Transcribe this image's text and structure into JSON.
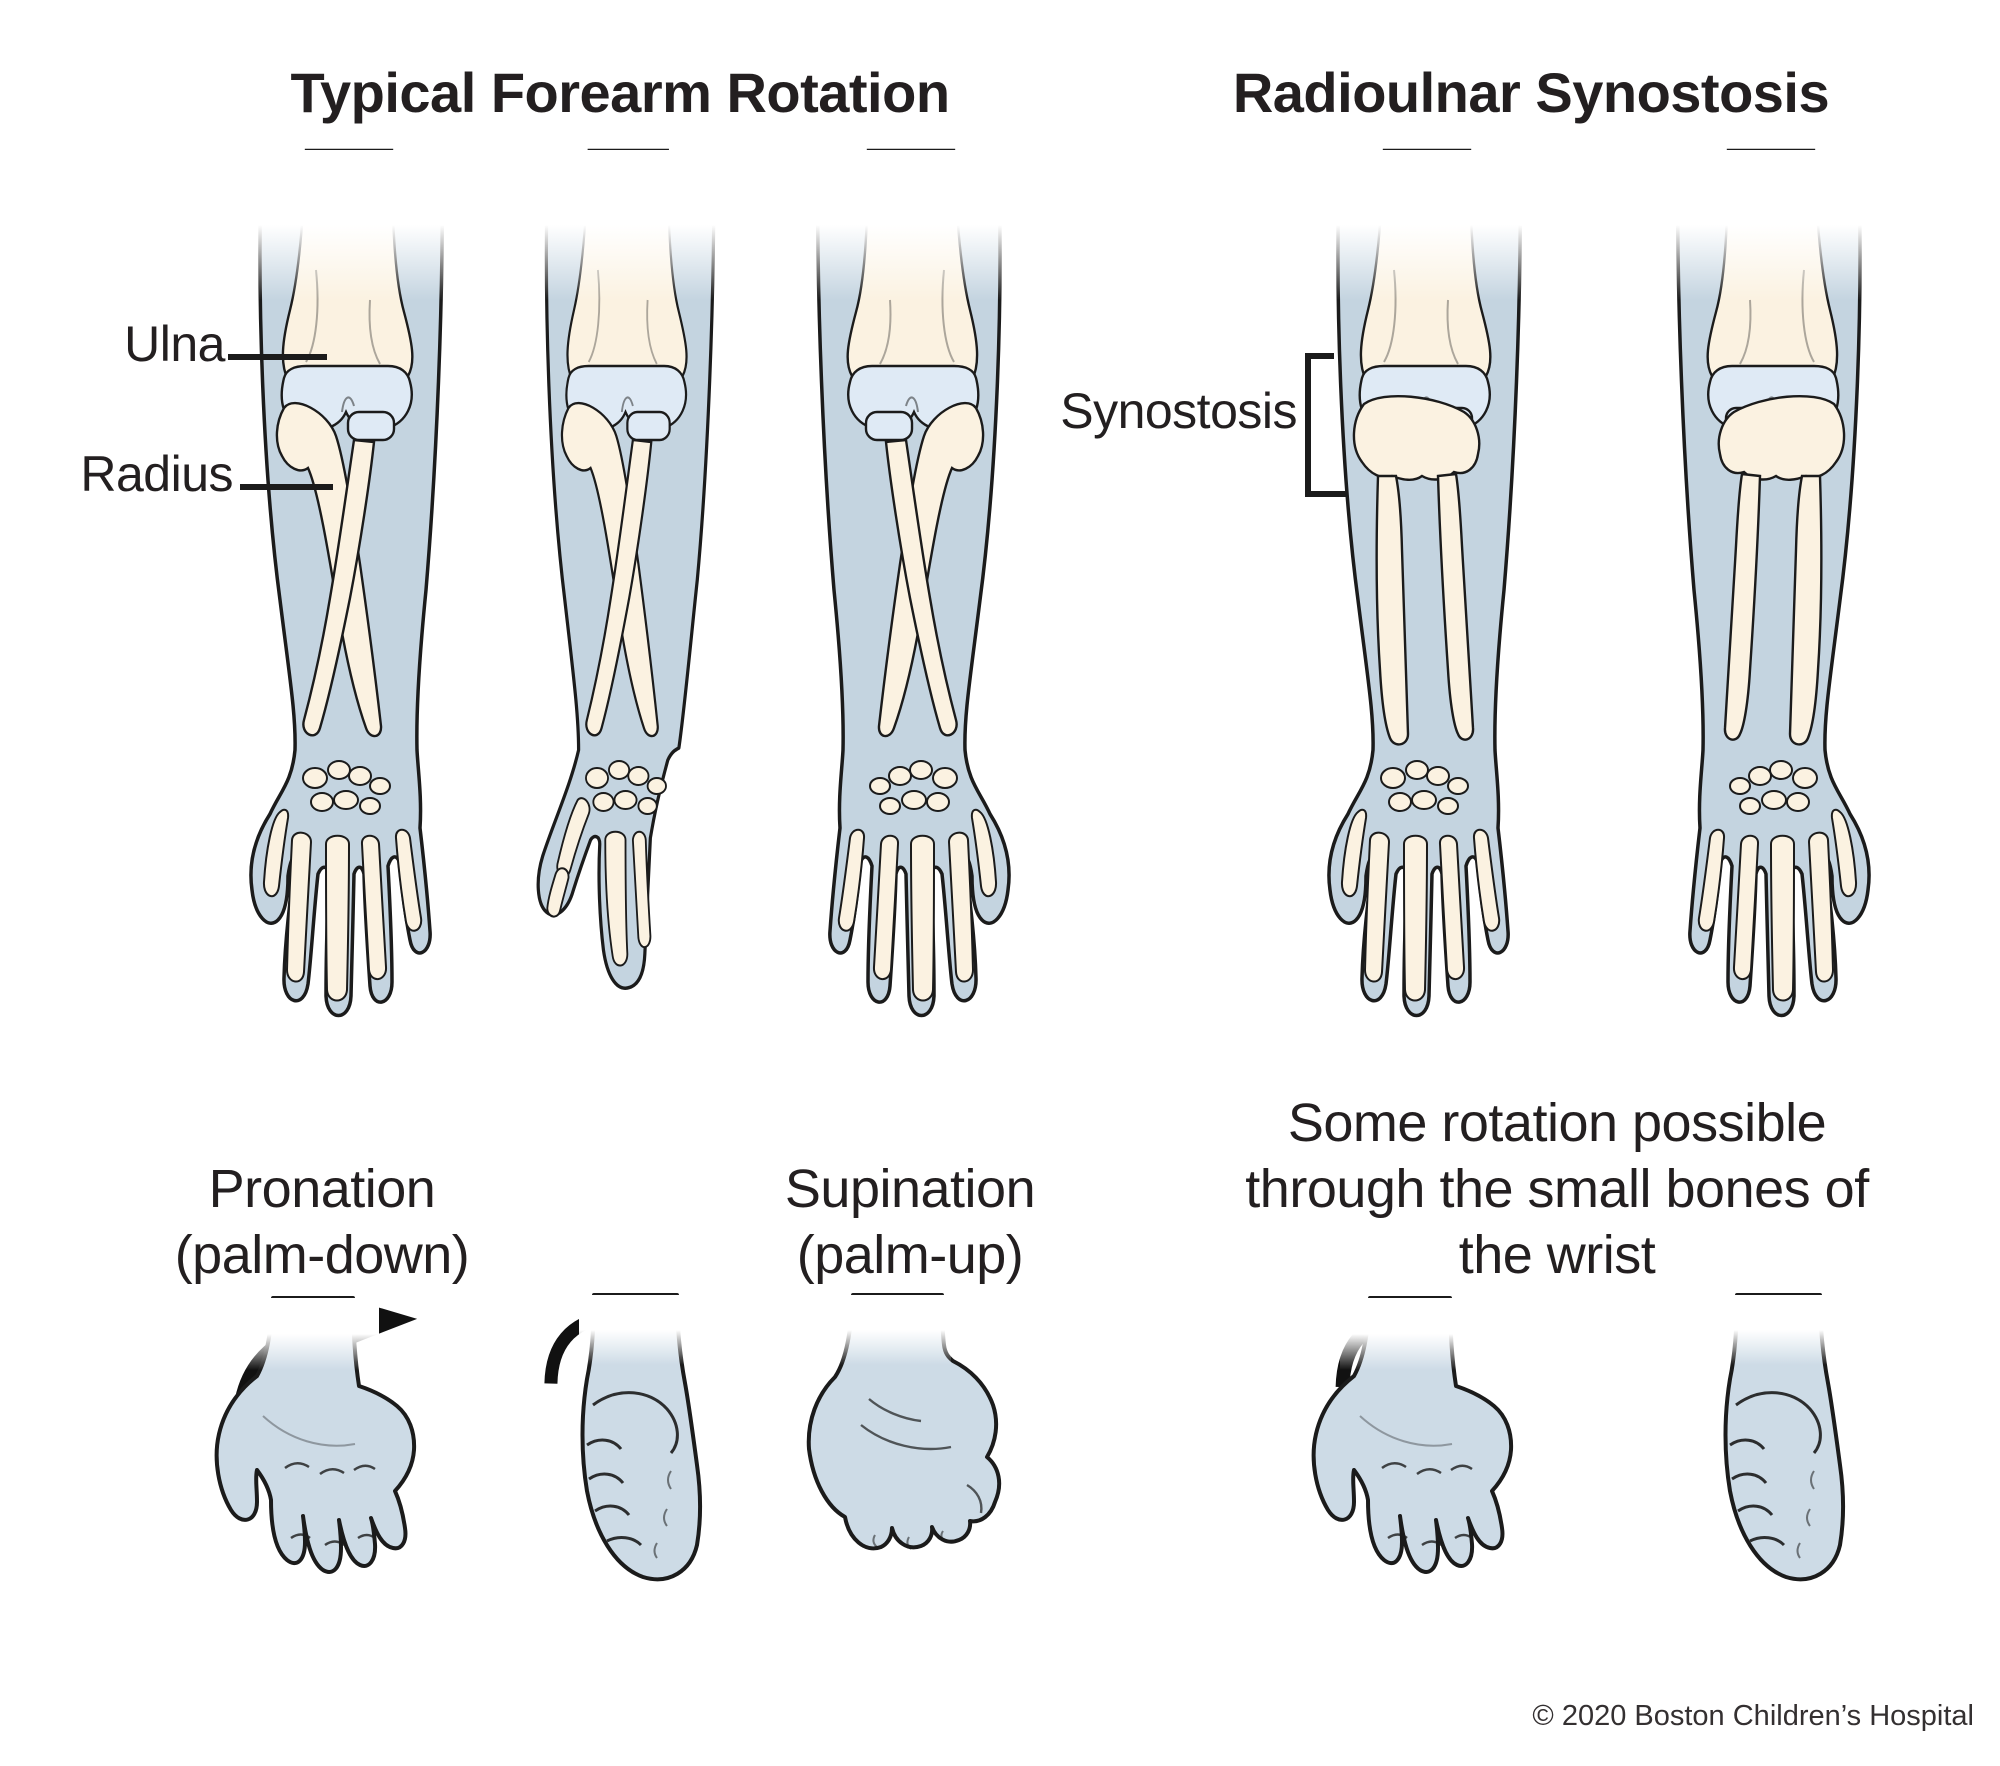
{
  "left_panel": {
    "title": "Typical Forearm Rotation",
    "bone_labels": {
      "ulna": "Ulna",
      "radius": "Radius"
    },
    "captions": {
      "pronation": [
        "Pronation",
        "(palm-down)"
      ],
      "supination": [
        "Supination",
        "(palm-up)"
      ]
    }
  },
  "right_panel": {
    "title": "Radioulnar Synostosis",
    "bone_labels": {
      "synostosis": "Synostosis"
    },
    "note": [
      "Some rotation possible",
      "through the small bones of",
      "the wrist"
    ]
  },
  "footer": {
    "copyright": "© 2020 Boston Children’s Hospital"
  },
  "colors": {
    "skin": "#c4d4e0",
    "hand_skin": "#cddbe6",
    "bone": "#fbf2e1",
    "cartilage": "#dfeaf5",
    "outline": "#1b1b1b",
    "text": "#231f20",
    "arrow": "#111111"
  },
  "icons": {
    "rotation_arrow": "curved-rotation-arrow"
  }
}
